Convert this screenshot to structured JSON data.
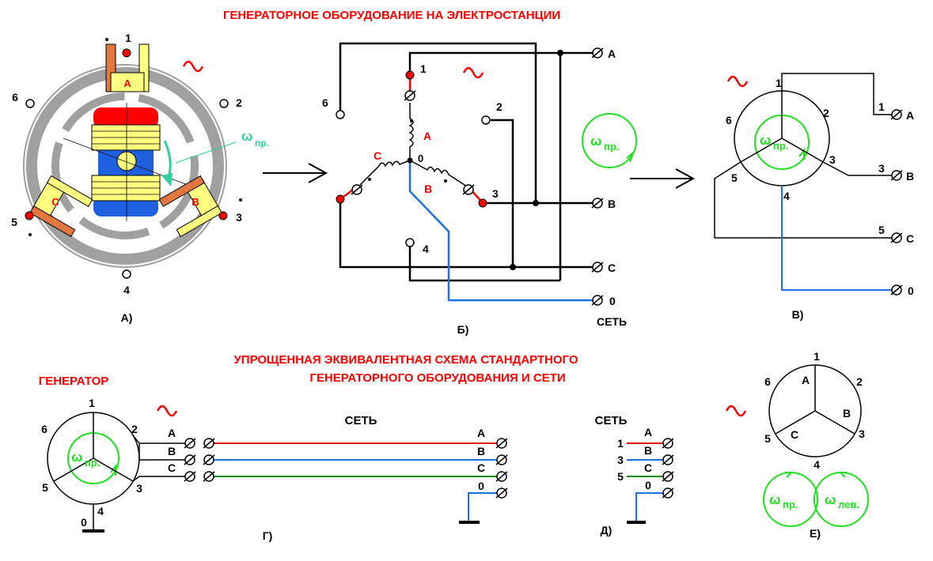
{
  "title": "ГЕНЕРАТОРНОЕ  ОБОРУДОВАНИЕ  НА ЭЛЕКТРОСТАНЦИИ",
  "subtitle_line1": "УПРОЩЕННАЯ ЭКВИВАЛЕНТНАЯ СХЕМА СТАНДАРТНОГО",
  "subtitle_line2": "ГЕНЕРАТОРНОГО ОБОРУДОВАНИЯ  И СЕТИ",
  "generator_label": "ГЕНЕРАТОР",
  "network_label": "СЕТЬ",
  "tilde": "~",
  "omega_r": "ω",
  "omega_right_sub": "пр.",
  "omega_left_sub": "лев.",
  "panels": {
    "a": "А)",
    "b": "Б)",
    "c": "В)",
    "g": "Г)",
    "d": "Д)",
    "e": "Е)"
  },
  "phases": {
    "A": "А",
    "B": "В",
    "C": "С"
  },
  "terminals": {
    "t1": "1",
    "t2": "2",
    "t3": "3",
    "t4": "4",
    "t5": "5",
    "t6": "6",
    "t0": "0"
  },
  "colors": {
    "red": "#ff0000",
    "blue": "#0070e0",
    "green": "#00a000",
    "teal": "#2fd0a0",
    "brightgreen": "#20e020",
    "yellow": "#ffff80",
    "orange": "#e07840",
    "gray": "#a0a0a0"
  }
}
